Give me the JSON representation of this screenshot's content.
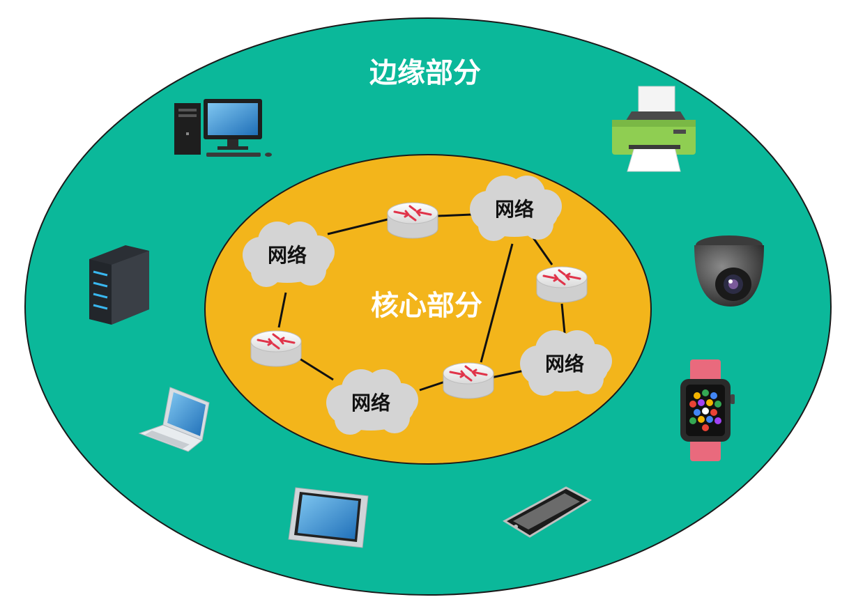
{
  "edge": {
    "label": "边缘部分",
    "color": "#0bb89a"
  },
  "core": {
    "label": "核心部分",
    "color": "#f3b51b"
  },
  "clouds": [
    {
      "label": "网络"
    },
    {
      "label": "网络"
    },
    {
      "label": "网络"
    },
    {
      "label": "网络"
    }
  ],
  "devices": [
    {
      "name": "desktop-computer-icon"
    },
    {
      "name": "server-icon"
    },
    {
      "name": "laptop-icon"
    },
    {
      "name": "tablet-icon"
    },
    {
      "name": "smartphone-icon"
    },
    {
      "name": "smartwatch-icon"
    },
    {
      "name": "security-camera-icon"
    },
    {
      "name": "printer-icon"
    }
  ]
}
